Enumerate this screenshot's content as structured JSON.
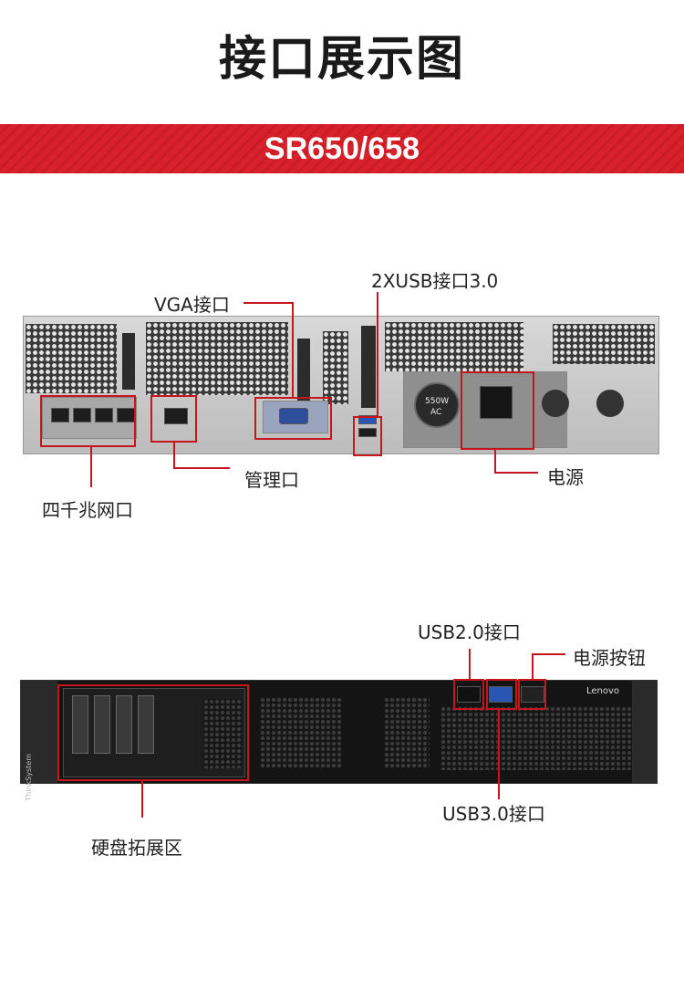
{
  "page": {
    "title": "接口展示图",
    "banner": "SR650/658"
  },
  "rear_view": {
    "labels": {
      "vga": "VGA接口",
      "usb": "2XUSB接口3.0",
      "mgmt": "管理口",
      "power": "电源",
      "nic": "四千兆网口"
    },
    "psu_rating": "550W",
    "psu_ac": "AC"
  },
  "front_view": {
    "labels": {
      "usb2": "USB2.0接口",
      "power_btn": "电源按钮",
      "usb3": "USB3.0接口",
      "drives": "硬盘拓展区"
    },
    "brand": "Lenovo",
    "side_brand": "ThinkSystem"
  },
  "colors": {
    "accent": "#c4161c",
    "banner": "#d8212a"
  }
}
